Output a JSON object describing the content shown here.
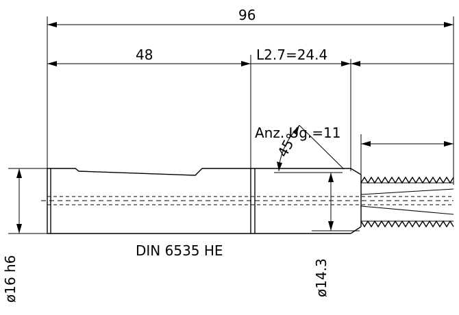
{
  "dimensions": {
    "overall_length": "96",
    "shank_length": "48",
    "cone_length": "L2.7=24.4",
    "thread_length": "Anz. Ug.=11",
    "angle": "45°",
    "shank_diameter": "ø16 h6",
    "cutting_diameter": "ø14.3"
  },
  "standard_label": "DIN 6535 HE",
  "colors": {
    "line": "#000000",
    "background": "#ffffff"
  }
}
